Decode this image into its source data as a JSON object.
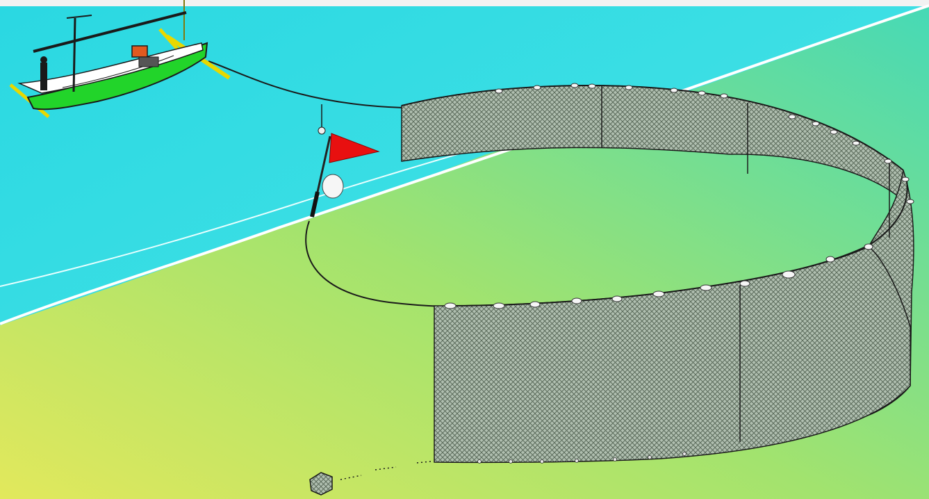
{
  "scene": {
    "elements": [
      "fishing-boat",
      "tow-line",
      "marker-buoy",
      "flag-buoy",
      "encircling-net",
      "float-line",
      "anchor-weight",
      "shoreline",
      "seabed"
    ]
  },
  "colors": {
    "sea": "#2fe0e6",
    "sea_light": "#6ef0ee",
    "seabed_top": "#8fe07a",
    "seabed_left": "#d8e860",
    "seabed_right": "#4fdcb0",
    "boat_hull": "#22d42a",
    "boat_deck": "#ffffff",
    "flag": "#e81010",
    "net_fill": "#a9b9a9",
    "net_mesh": "#5e6e5e",
    "float": "#f4f4f4",
    "line": "#1a1a1a"
  }
}
